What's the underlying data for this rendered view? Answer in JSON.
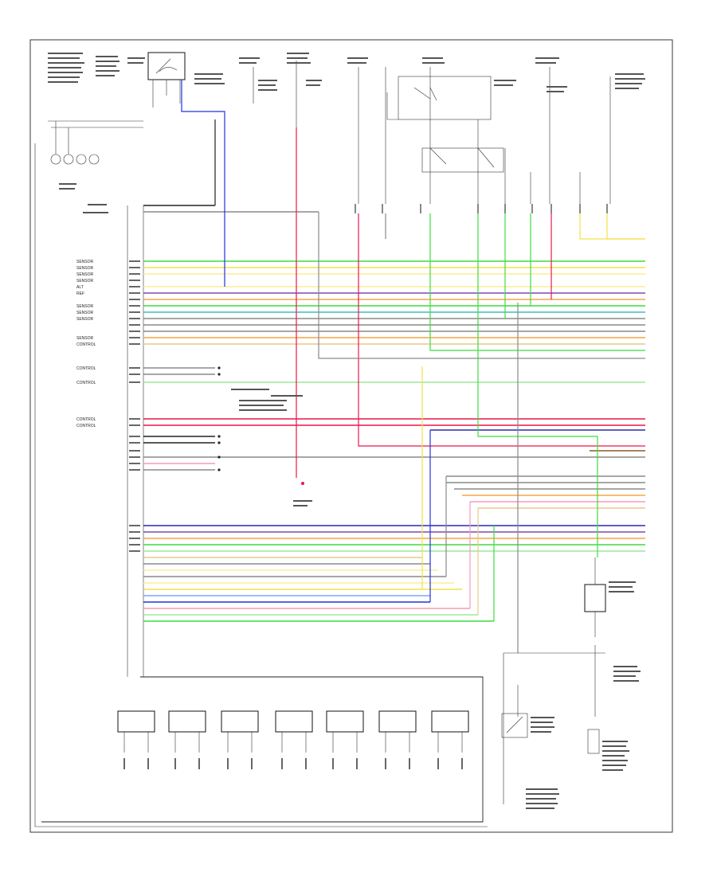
{
  "diagram": {
    "left_labels": [
      "SENSOR",
      "SENSOR",
      "SENSOR",
      "SENSOR",
      "ALT",
      "REF",
      "",
      "SENSOR",
      "SENSOR",
      "SENSOR",
      "",
      "",
      "SENSOR",
      "CONTROL",
      "CONTROL",
      "",
      "CONTROL",
      "CONTROL",
      "CONTROL",
      "",
      "",
      "",
      "",
      "",
      "",
      "",
      "",
      "",
      "",
      ""
    ],
    "modules": [
      "",
      "",
      "",
      "",
      "",
      "",
      ""
    ],
    "page_ref": "",
    "bottom_caption": ""
  },
  "wire_colors": {
    "green": "#3fdc3f",
    "light_green": "#9be89b",
    "yellow": "#f2e24a",
    "light_yellow": "#f8ee9c",
    "orange": "#f5a642",
    "tan": "#e8c98a",
    "red": "#e8174c",
    "pink": "#f59ab8",
    "blue": "#2233dd",
    "dark_blue": "#2a2ab0",
    "light_blue": "#7fa7f2",
    "cyan": "#3fbfbf",
    "gray": "#8a8a8a",
    "black": "#222222",
    "brown": "#8a5a2a",
    "violet": "#7a4ab0"
  }
}
